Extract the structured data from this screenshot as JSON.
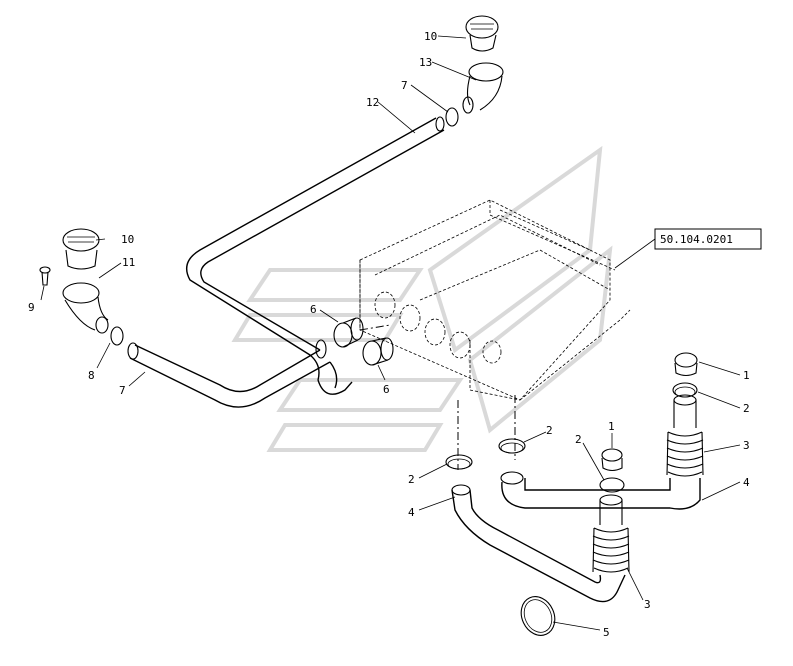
{
  "diagram": {
    "reference_box": "50.104.0201",
    "callouts": {
      "c10_top": "10",
      "c13": "13",
      "c7_top": "7",
      "c12": "12",
      "c10_left": "10",
      "c11": "11",
      "c9": "9",
      "c8": "8",
      "c7_left": "7",
      "c6_a": "6",
      "c6_b": "6",
      "c1_right": "1",
      "c2_right": "2",
      "c3_right": "3",
      "c4_right": "4",
      "c2_mid": "2",
      "c1_mid": "1",
      "c2_mid2": "2",
      "c2_left": "2",
      "c4_left": "4",
      "c3_bottom": "3",
      "c5": "5"
    }
  }
}
